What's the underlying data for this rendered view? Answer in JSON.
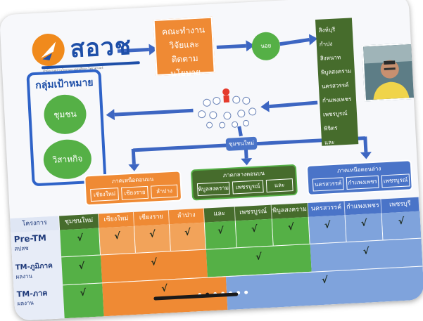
{
  "logo": {
    "text": "สอวช",
    "subtitle": "สำนักงานสภานโยบายการอุดมศึกษา วิทยาศาสตร์ วิจัยและนวัตกรรมแห่งชาติ"
  },
  "committee": {
    "line1": "คณะทำงาน",
    "line2": "วิจัยและติดตาม",
    "line3": "นโยบาย"
  },
  "center_node": "นอย",
  "gov_agencies": [
    "สิงห์บุรี",
    "กำปง",
    "สิงหนาท",
    "พิบูลสงคราม",
    "นครสวรรค์",
    "กำแพงเพชร",
    "เพชรบูรณ์",
    "พิจิตร",
    "และ"
  ],
  "target_group": {
    "title": "กลุ่มเป้าหมาย",
    "items": [
      "ชุมชน",
      "วิสาหกิจ"
    ]
  },
  "network_label": "ชุมชนใหม่",
  "sectors": [
    {
      "title": "ภาคเหนือตอนบน",
      "items": [
        "เชียงใหม่",
        "เชียงราย",
        "ลำปาง"
      ]
    },
    {
      "title": "ภาคกลางตอนบน",
      "items": [
        "พิบูลสงคราม",
        "เพชรบูรณ์",
        "และ"
      ]
    },
    {
      "title": "ภาคเหนือตอนล่าง",
      "items": [
        "นครสวรรค์",
        "กำแพงเพชร",
        "เพชรบูรณ์"
      ]
    }
  ],
  "table": {
    "header": [
      "โครงการ",
      "ชุมชนใหม่",
      "เชียงใหม่",
      "เชียงราย",
      "ลำปาง",
      "และ",
      "เพชรบูรณ์",
      "พิบูลสงคราม",
      "นครสวรรค์",
      "กำแพงเพชร",
      "เพชรบุรี"
    ],
    "rows": [
      {
        "label": "Pre-TM",
        "sub": "สปสช"
      },
      {
        "label": "TM-ภูมิภาค",
        "sub": "ผลงาน"
      },
      {
        "label": "TM-ภาค",
        "sub": "ผลงาน"
      }
    ],
    "tick": "√"
  },
  "colors": {
    "orange": "#ef8a34",
    "dark_green": "#466c2c",
    "green": "#55b046",
    "blue": "#4a74c8",
    "light_blue": "#7fa3dc",
    "brand": "#1e4fa8"
  },
  "carousel": {
    "pages": 7,
    "active": 1
  },
  "video_call": {
    "participant_icon": "person-video-icon"
  }
}
